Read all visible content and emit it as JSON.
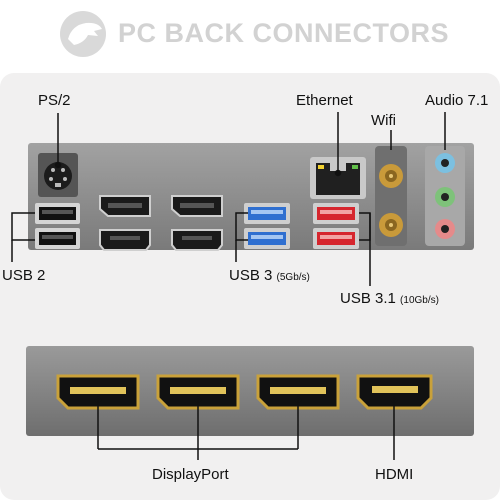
{
  "header": {
    "title": "PC BACK CONNECTORS",
    "logo_icon": "dragon-logo-icon"
  },
  "labels": {
    "ps2": "PS/2",
    "ethernet": "Ethernet",
    "wifi": "Wifi",
    "audio": "Audio 7.1",
    "usb2": "USB 2",
    "usb3": "USB 3",
    "usb3_speed": "(5Gb/s)",
    "usb31": "USB 3.1",
    "usb31_speed": "(10Gb/s)",
    "displayport": "DisplayPort",
    "hdmi": "HDMI"
  },
  "colors": {
    "panel_metal": "#8d8d8d",
    "usb3_blue": "#2f6fd0",
    "usb31_red": "#d6262e",
    "audio_blue": "#7cc0e0",
    "audio_green": "#7ec27a",
    "audio_pink": "#e58a8a",
    "gold": "#c9a13a"
  }
}
